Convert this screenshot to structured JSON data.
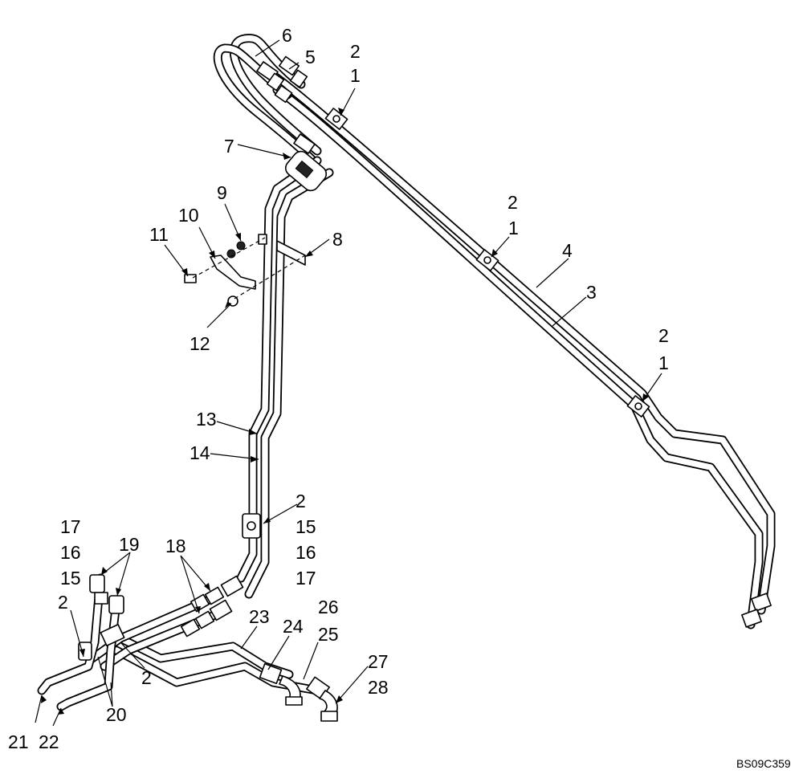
{
  "diagram_code": "BS09C359",
  "callouts": {
    "c1a": "1",
    "c2a": "2",
    "c5": "5",
    "c6": "6",
    "c7": "7",
    "c1b": "1",
    "c2b": "2",
    "c3": "3",
    "c4": "4",
    "c1c": "1",
    "c2c": "2",
    "c8": "8",
    "c9": "9",
    "c10": "10",
    "c11": "11",
    "c12": "12",
    "c13": "13",
    "c14": "14",
    "c2d": "2",
    "c15r": "15",
    "c16r": "16",
    "c17r": "17",
    "c17l": "17",
    "c16l": "16",
    "c15l": "15",
    "c19": "19",
    "c18": "18",
    "c2e": "2",
    "c2f": "2",
    "c20": "20",
    "c21": "21",
    "c22": "22",
    "c23": "23",
    "c24": "24",
    "c25": "25",
    "c26": "26",
    "c27": "27",
    "c28": "28"
  }
}
